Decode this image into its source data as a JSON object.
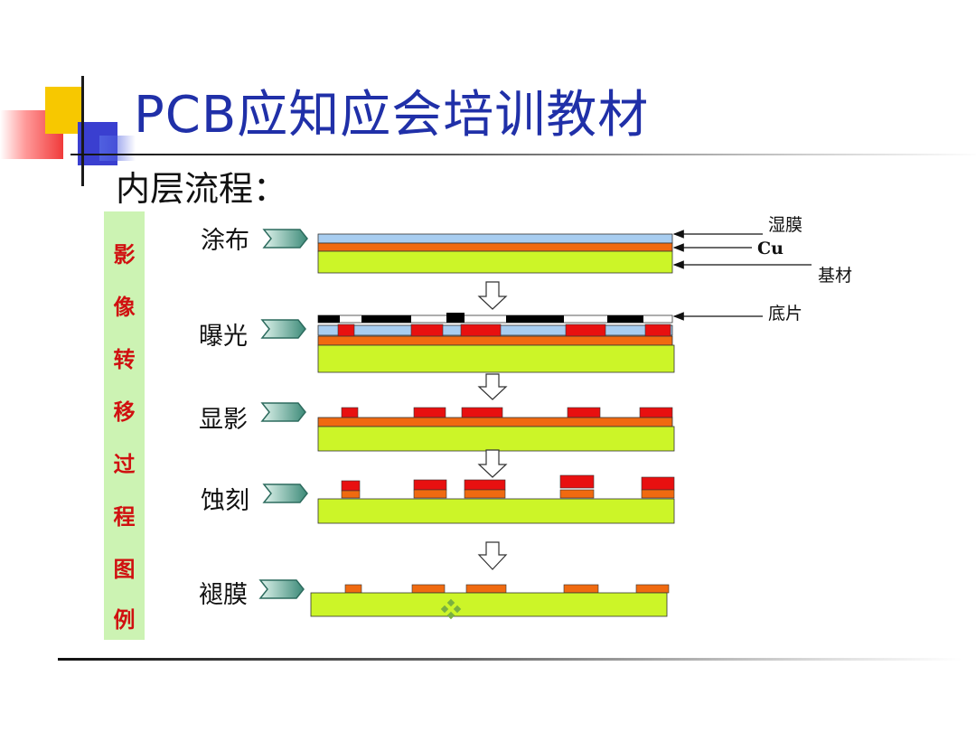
{
  "slide": {
    "title": "PCB应知应会培训教材",
    "subtitle": "内层流程："
  },
  "side_label": [
    "影",
    "像",
    "转",
    "移",
    "过",
    "程",
    "图",
    "例"
  ],
  "steps": [
    {
      "id": "coating",
      "label": "涂布"
    },
    {
      "id": "exposure",
      "label": "曝光"
    },
    {
      "id": "develop",
      "label": "显影"
    },
    {
      "id": "etch",
      "label": "蚀刻"
    },
    {
      "id": "strip",
      "label": "褪膜"
    }
  ],
  "annotations": {
    "wet_film": "湿膜",
    "cu": "Cu",
    "substrate": "基材",
    "phototool": "底片"
  },
  "colors": {
    "title": "#2030a8",
    "side_text": "#d01010",
    "side_bg": "#ccf3b3",
    "wet_film": "#a8cdf0",
    "copper": "#f06a10",
    "substrate": "#ccf528",
    "resist": "#e81010",
    "phototool_dark": "#000000",
    "chevron": "#4a9a88"
  }
}
